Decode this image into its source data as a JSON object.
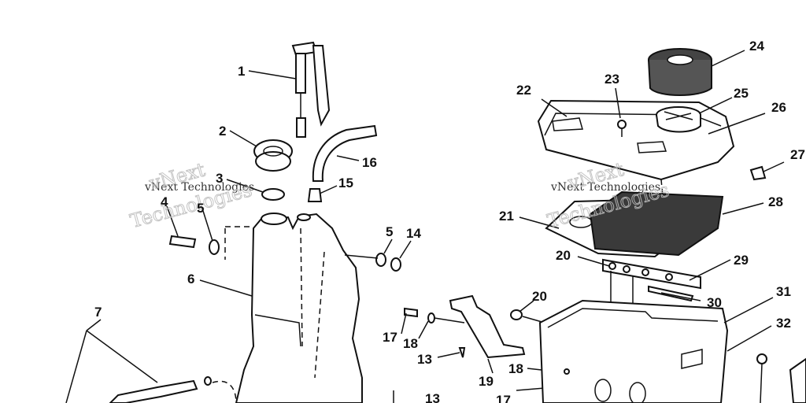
{
  "watermark": {
    "small_text": "vNext Technologies",
    "large_line1": "vNext",
    "large_line2": "Technologies"
  },
  "callouts": [
    "1",
    "2",
    "3",
    "4",
    "5",
    "6",
    "7",
    "5",
    "14",
    "15",
    "16",
    "13",
    "17",
    "18",
    "13",
    "17",
    "18",
    "19",
    "20",
    "20",
    "21",
    "22",
    "23",
    "24",
    "25",
    "26",
    "27",
    "28",
    "29",
    "30",
    "31",
    "32"
  ],
  "colors": {
    "ink": "#111111",
    "watermark": "#bdbdbd",
    "background": "#ffffff"
  }
}
